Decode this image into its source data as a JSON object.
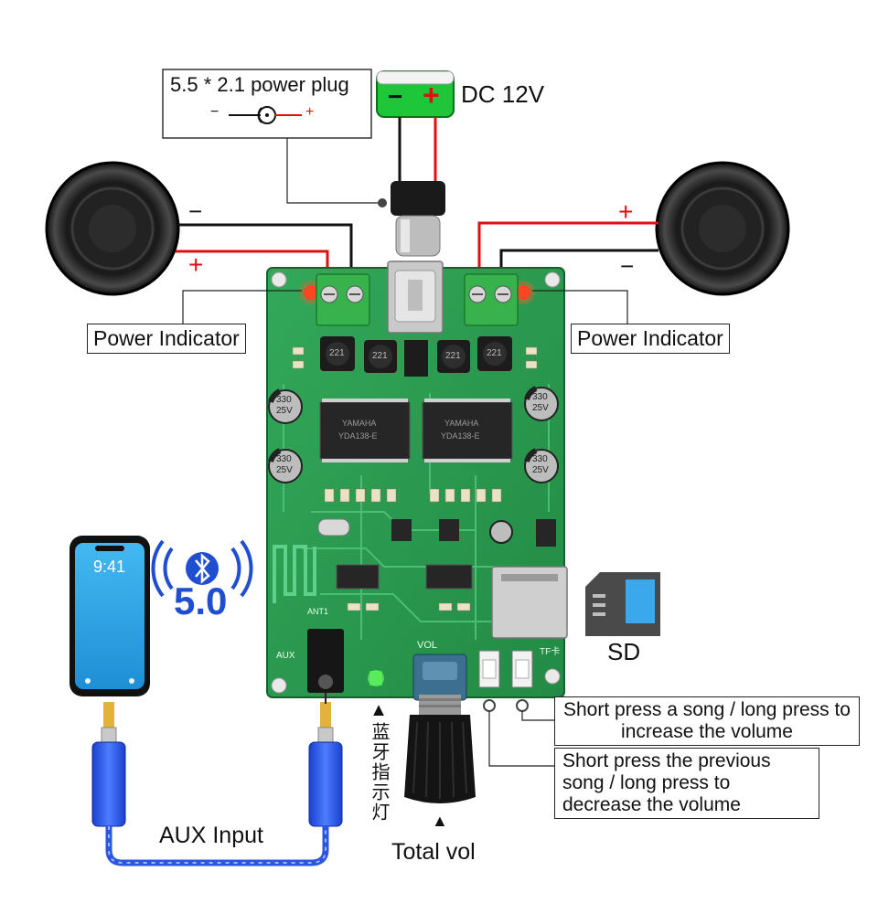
{
  "power_plug": {
    "title": "5.5 * 2.1 power plug",
    "minus": "−",
    "plus": "+"
  },
  "dc_battery": {
    "minus": "−",
    "plus": "+",
    "label": "DC 12V"
  },
  "left_speaker": {
    "minus": "−",
    "plus": "+"
  },
  "right_speaker": {
    "minus": "−",
    "plus": "+"
  },
  "indicators": {
    "left": "Power Indicator",
    "right": "Power Indicator"
  },
  "board": {
    "aux": "AUX",
    "vol": "VOL",
    "tf": "TF卡",
    "ant": "ANT1",
    "chip_brand": "YAMAHA",
    "chip_model": "YDA138-E",
    "cap": "330",
    "cap_volt": "25V",
    "inductor": "221"
  },
  "phone": {
    "time": "9:41"
  },
  "bluetooth": {
    "version": "5.0"
  },
  "sd": {
    "label": "SD"
  },
  "aux_input": "AUX Input",
  "bt_indicator": "▲蓝牙指示灯",
  "total_vol": {
    "arrow": "▲",
    "label": "Total vol"
  },
  "next_button": "Short press a song / long press to increase the volume",
  "prev_button": "Short press the previous song / long press to decrease the volume",
  "colors": {
    "pcb": "#2a9a4e",
    "battery": "#1fc63a",
    "wire_red": "#e01010",
    "wire_black": "#111111",
    "terminal": "#37b24d"
  }
}
